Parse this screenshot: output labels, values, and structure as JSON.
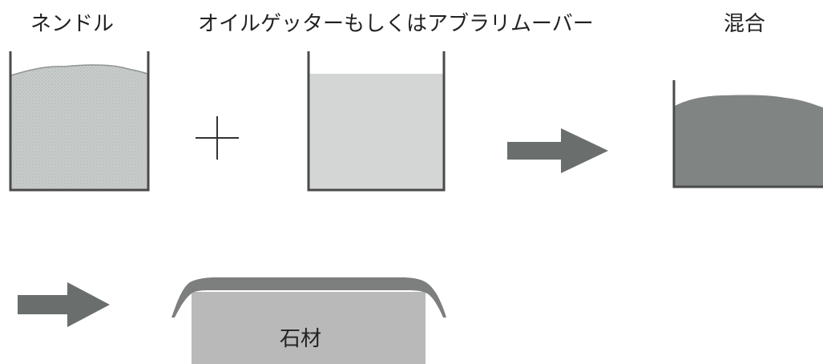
{
  "labels": {
    "needle": "ネンドル",
    "additive": "オイルゲッターもしくはアブラリムーバー",
    "mix": "混合",
    "stone": "石材"
  },
  "colors": {
    "container": "#4a4a4a",
    "needle_fill": "#c9cdcc",
    "additive_fill": "#d4d6d6",
    "mix_fill": "#808583",
    "arrow": "#6a6e6c",
    "stone_fill": "#b9b9b9",
    "stone_cap": "#7c7f7d",
    "plus": "#333333"
  }
}
